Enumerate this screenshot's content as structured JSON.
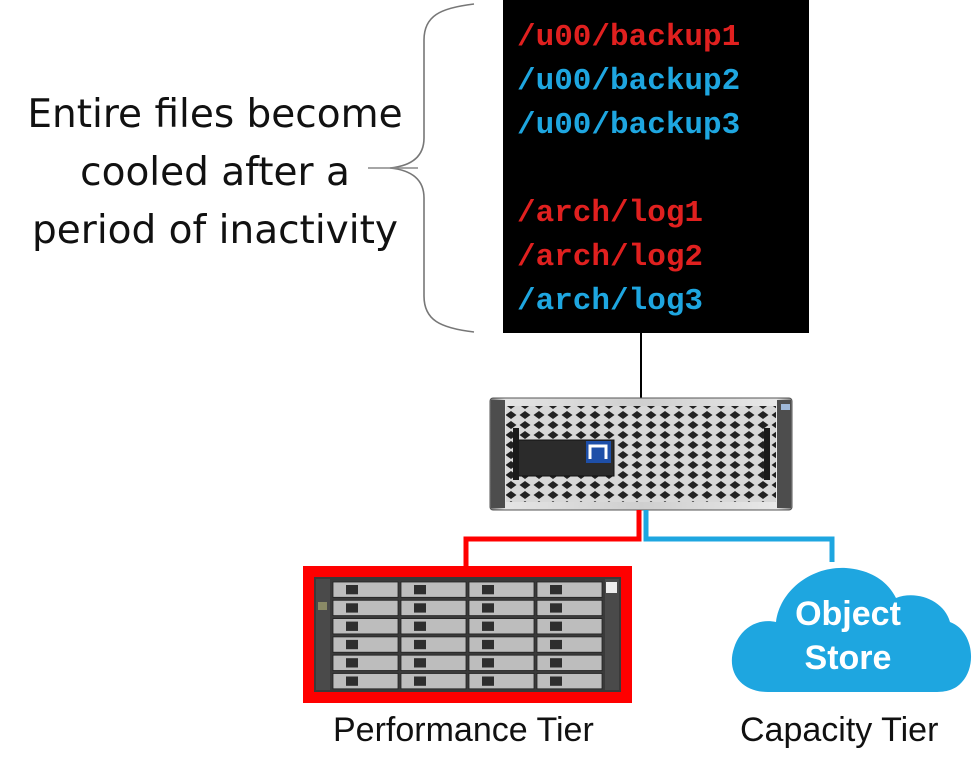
{
  "caption": {
    "lines": [
      "Entire files become",
      "cooled after a",
      "period of inactivity"
    ]
  },
  "paths": [
    {
      "text": "/u00/backup1",
      "color": "#e0201f"
    },
    {
      "text": "/u00/backup2",
      "color": "#1ea6e0"
    },
    {
      "text": "/u00/backup3",
      "color": "#1ea6e0"
    },
    {
      "text": "/arch/log1",
      "color": "#e0201f"
    },
    {
      "text": "/arch/log2",
      "color": "#e0201f"
    },
    {
      "text": "/arch/log3",
      "color": "#1ea6e0"
    }
  ],
  "controller": {
    "brand": "NetApp"
  },
  "tiers": {
    "performance": {
      "label": "Performance Tier",
      "color": "#ff0000"
    },
    "capacity": {
      "label": "Capacity Tier",
      "color": "#1ea6e0"
    }
  },
  "cloud": {
    "line1": "Object",
    "line2": "Store",
    "color": "#1ea6e0"
  }
}
